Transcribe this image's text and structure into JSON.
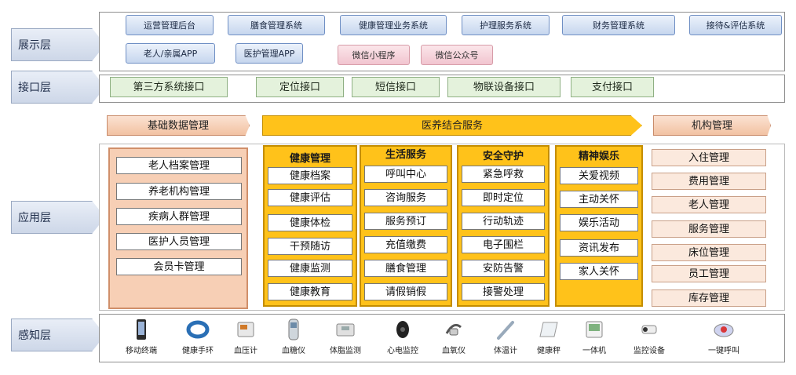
{
  "layers": {
    "presentation": "展示层",
    "interface": "接口层",
    "application": "应用层",
    "perception": "感知层"
  },
  "presentation": {
    "row1": [
      "运营管理后台",
      "膳食管理系统",
      "健康管理业务系统",
      "护理服务系统",
      "财务管理系统",
      "接待&评估系统"
    ],
    "row2_blue": [
      "老人/亲属APP",
      "医护管理APP"
    ],
    "row2_pink": [
      "微信小程序",
      "微信公众号"
    ]
  },
  "interface": [
    "第三方系统接口",
    "定位接口",
    "短信接口",
    "物联设备接口",
    "支付接口"
  ],
  "application": {
    "basic_data": {
      "title": "基础数据管理",
      "items": [
        "老人档案管理",
        "养老机构管理",
        "疾病人群管理",
        "医护人员管理",
        "会员卡管理"
      ]
    },
    "integrated": {
      "title": "医养结合服务",
      "columns": [
        {
          "title": "健康管理",
          "items": [
            "健康档案",
            "健康评估",
            "健康体检",
            "干预随访",
            "健康监测",
            "健康教育"
          ]
        },
        {
          "title": "生活服务",
          "items": [
            "呼叫中心",
            "咨询服务",
            "服务预订",
            "充值缴费",
            "膳食管理",
            "请假销假"
          ]
        },
        {
          "title": "安全守护",
          "items": [
            "紧急呼救",
            "即时定位",
            "行动轨迹",
            "电子围栏",
            "安防告警",
            "接警处理"
          ]
        },
        {
          "title": "精神娱乐",
          "items": [
            "关爱视频",
            "主动关怀",
            "娱乐活动",
            "资讯发布",
            "家人关怀"
          ]
        }
      ]
    },
    "institution": {
      "title": "机构管理",
      "items": [
        "入住管理",
        "费用管理",
        "老人管理",
        "服务管理",
        "床位管理",
        "员工管理",
        "库存管理"
      ]
    }
  },
  "devices": [
    {
      "label": "移动终端",
      "icon": "phone-icon"
    },
    {
      "label": "健康手环",
      "icon": "wristband-icon"
    },
    {
      "label": "血压计",
      "icon": "blood-pressure-icon"
    },
    {
      "label": "血糖仪",
      "icon": "glucose-meter-icon"
    },
    {
      "label": "体脂监测",
      "icon": "body-fat-scale-icon"
    },
    {
      "label": "心电监控",
      "icon": "ecg-monitor-icon"
    },
    {
      "label": "血氧仪",
      "icon": "oximeter-icon"
    },
    {
      "label": "体温计",
      "icon": "thermometer-icon"
    },
    {
      "label": "健康秤",
      "icon": "health-scale-icon"
    },
    {
      "label": "一体机",
      "icon": "all-in-one-icon"
    },
    {
      "label": "监控设备",
      "icon": "camera-icon"
    },
    {
      "label": "一键呼叫",
      "icon": "call-button-icon"
    }
  ],
  "colors": {
    "peach": "#f7cfb5",
    "yellow": "#ffc21a",
    "green": "#e4f2dc",
    "blue": "#c6d6ee",
    "pink": "#f1c4cf"
  }
}
